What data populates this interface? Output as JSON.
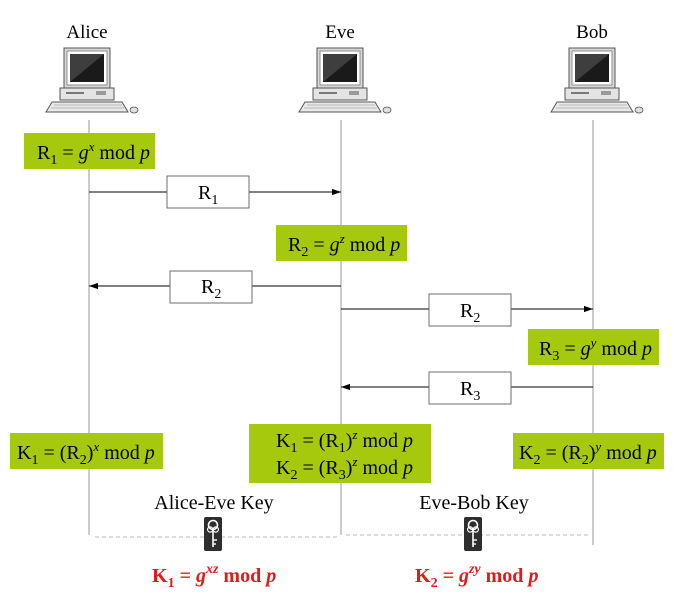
{
  "actors": {
    "alice": "Alice",
    "eve": "Eve",
    "bob": "Bob"
  },
  "computer_icon": "desktop-computer-icon",
  "key_icon": "key-icon",
  "colors": {
    "box_green": "#a6c80d",
    "key_text_red": "#e01b1b"
  },
  "messages": {
    "m1": {
      "label_main": "R",
      "label_sub": "1"
    },
    "m2": {
      "label_main": "R",
      "label_sub": "2"
    },
    "m3": {
      "label_main": "R",
      "label_sub": "2"
    },
    "m4": {
      "label_main": "R",
      "label_sub": "3"
    }
  },
  "equations": {
    "alice_r1": "R1 = g^x mod p",
    "eve_r2": "R2 = g^z mod p",
    "bob_r3": "R3 = g^y mod p",
    "alice_k1": "K1 = (R2)^x mod p",
    "eve_k1": "K1 = (R1)^z mod p",
    "eve_k2": "K2 = (R3)^z mod p",
    "bob_k2": "K2 = (R2)^y mod p"
  },
  "keys": {
    "alice_eve_label": "Alice-Eve Key",
    "eve_bob_label": "Eve-Bob Key",
    "k1_final": "K1 = g^xz mod p",
    "k2_final": "K2 = g^zy mod p"
  }
}
